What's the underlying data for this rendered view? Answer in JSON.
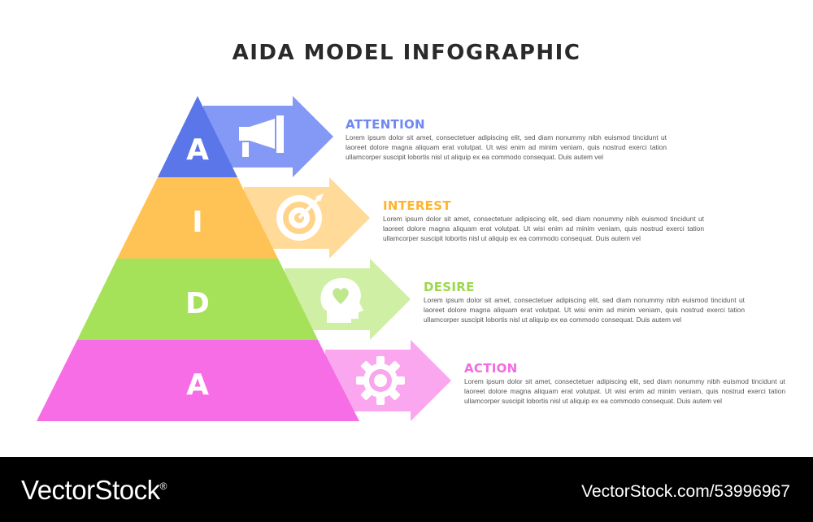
{
  "title": "AIDA MODEL INFOGRAPHIC",
  "colors": {
    "attention": "#6f87f5",
    "interest": "#ffc254",
    "desire": "#a6e15a",
    "action": "#f76de5",
    "text": "#555555"
  },
  "steps": [
    {
      "letter": "A",
      "heading": "ATTENTION",
      "icon": "megaphone-icon",
      "body": "Lorem ipsum dolor sit amet, consectetuer adipiscing elit, sed diam nonummy nibh euismod tincidunt ut laoreet dolore magna aliquam erat volutpat. Ut wisi enim ad minim veniam, quis nostrud exerci tation ullamcorper suscipit lobortis nisl ut aliquip ex ea commodo consequat. Duis autem vel"
    },
    {
      "letter": "I",
      "heading": "INTEREST",
      "icon": "target-icon",
      "body": "Lorem ipsum dolor sit amet, consectetuer adipiscing elit, sed diam nonummy nibh euismod tincidunt ut laoreet dolore magna aliquam erat volutpat. Ut wisi enim ad minim veniam, quis nostrud exerci tation ullamcorper suscipit lobortis nisl ut aliquip ex ea commodo consequat. Duis autem vel"
    },
    {
      "letter": "D",
      "heading": "DESIRE",
      "icon": "heart-head-icon",
      "body": "Lorem ipsum dolor sit amet, consectetuer adipiscing elit, sed diam nonummy nibh euismod tincidunt ut laoreet dolore magna aliquam erat volutpat. Ut wisi enim ad minim veniam, quis nostrud exerci tation ullamcorper suscipit lobortis nisl ut aliquip ex ea commodo consequat. Duis autem vel"
    },
    {
      "letter": "A",
      "heading": "ACTION",
      "icon": "gear-icon",
      "body": "Lorem ipsum dolor sit amet, consectetuer adipiscing elit, sed diam nonummy nibh euismod tincidunt ut laoreet dolore magna aliquam erat volutpat. Ut wisi enim ad minim veniam, quis nostrud exerci tation ullamcorper suscipit lobortis nisl ut aliquip ex ea commodo consequat. Duis autem vel"
    }
  ],
  "footer": {
    "brand": "VectorStock",
    "registered": "®",
    "stock_id": "VectorStock.com/53996967"
  }
}
